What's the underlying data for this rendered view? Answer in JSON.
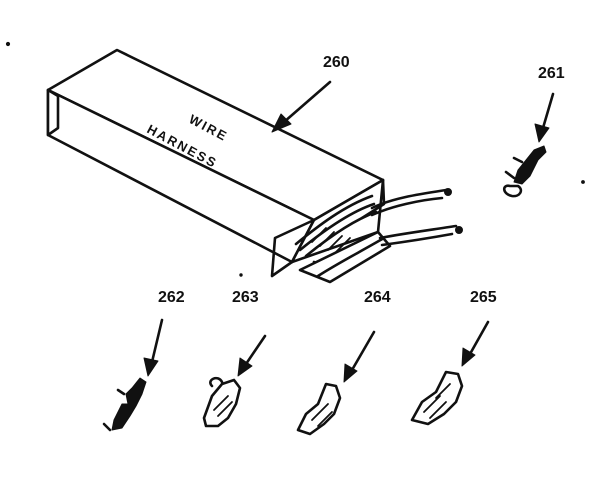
{
  "diagram": {
    "box_text": {
      "line1": "WIRE",
      "line2": "HARNESS"
    },
    "callouts": [
      {
        "id": "wire-harness",
        "label": "260"
      },
      {
        "id": "terminal-261",
        "label": "261"
      },
      {
        "id": "terminal-262",
        "label": "262"
      },
      {
        "id": "terminal-263",
        "label": "263"
      },
      {
        "id": "terminal-264",
        "label": "264"
      },
      {
        "id": "terminal-265",
        "label": "265"
      }
    ]
  }
}
